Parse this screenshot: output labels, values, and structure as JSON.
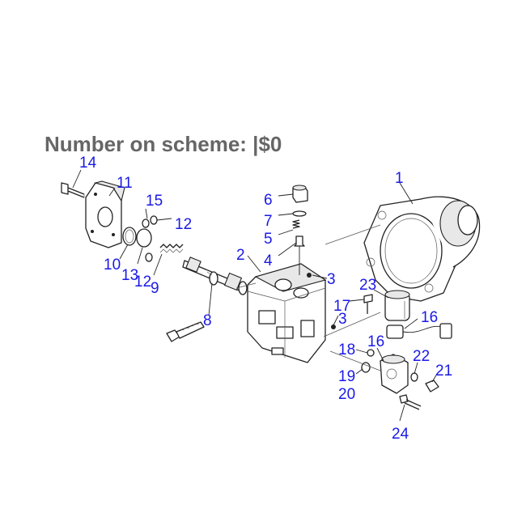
{
  "heading": "Number on scheme: |$0",
  "callouts": [
    {
      "id": "c14",
      "text": "14"
    },
    {
      "id": "c11",
      "text": "11"
    },
    {
      "id": "c15",
      "text": "15"
    },
    {
      "id": "c12a",
      "text": "12"
    },
    {
      "id": "c10",
      "text": "10"
    },
    {
      "id": "c13",
      "text": "13"
    },
    {
      "id": "c12b",
      "text": "12"
    },
    {
      "id": "c9",
      "text": "9"
    },
    {
      "id": "c8",
      "text": "8"
    },
    {
      "id": "c6",
      "text": "6"
    },
    {
      "id": "c7",
      "text": "7"
    },
    {
      "id": "c5",
      "text": "5"
    },
    {
      "id": "c4",
      "text": "4"
    },
    {
      "id": "c2",
      "text": "2"
    },
    {
      "id": "c3a",
      "text": "3"
    },
    {
      "id": "c3b",
      "text": "3"
    },
    {
      "id": "c1",
      "text": "1"
    },
    {
      "id": "c23",
      "text": "23"
    },
    {
      "id": "c17",
      "text": "17"
    },
    {
      "id": "c16a",
      "text": "16"
    },
    {
      "id": "c16b",
      "text": "16"
    },
    {
      "id": "c18",
      "text": "18"
    },
    {
      "id": "c19",
      "text": "19"
    },
    {
      "id": "c20",
      "text": "20"
    },
    {
      "id": "c22",
      "text": "22"
    },
    {
      "id": "c21",
      "text": "21"
    },
    {
      "id": "c24",
      "text": "24"
    }
  ]
}
